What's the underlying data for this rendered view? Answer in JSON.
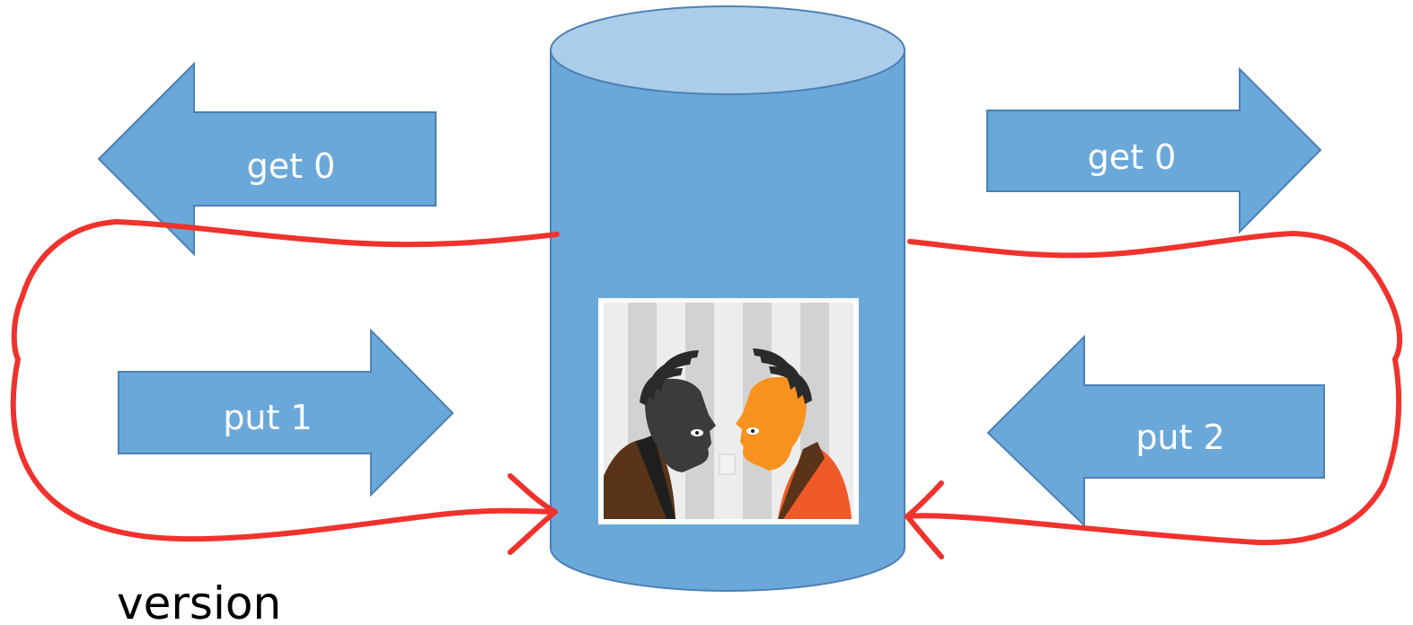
{
  "colors": {
    "shape_fill": "#6BA8DA",
    "shape_stroke": "#4C80B4",
    "cylinder_top": "#ABCDEA",
    "ink": "#F0322D",
    "label_text": "#FFFFFF",
    "caption_text": "#000000"
  },
  "arrows": {
    "left_get": {
      "label": "get 0",
      "direction": "left"
    },
    "right_get": {
      "label": "get 0",
      "direction": "right"
    },
    "left_put": {
      "label": "put 1",
      "direction": "right"
    },
    "right_put": {
      "label": "put 2",
      "direction": "left"
    }
  },
  "database": {
    "shape": "cylinder",
    "illustration": "two-faces-icon"
  },
  "caption": {
    "text": "version"
  }
}
